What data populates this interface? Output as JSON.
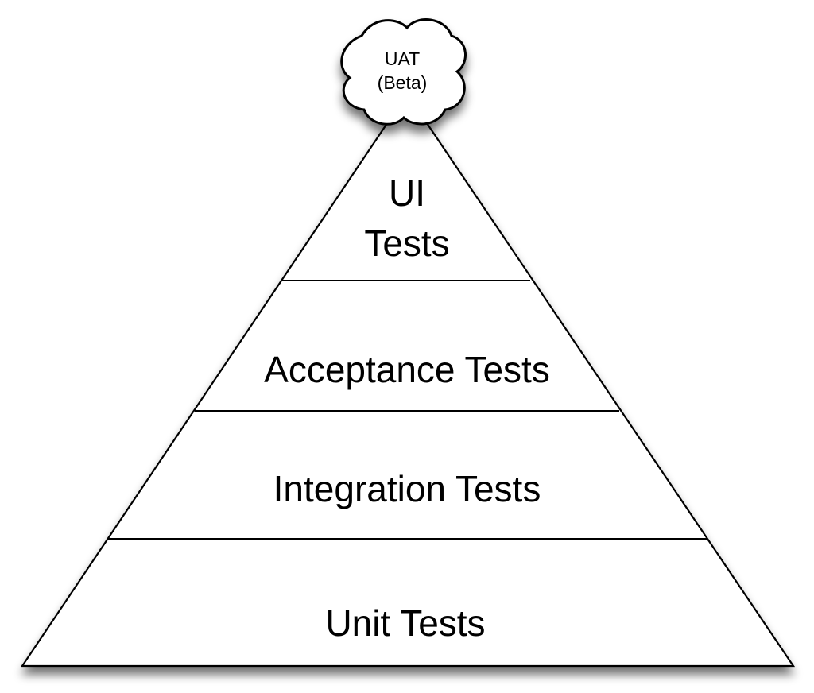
{
  "diagram": {
    "title": "Test Pyramid",
    "cloud": {
      "line1": "UAT",
      "line2": "(Beta)"
    },
    "layers": [
      {
        "line1": "UI",
        "line2": "Tests"
      },
      {
        "label": "Acceptance Tests"
      },
      {
        "label": "Integration Tests"
      },
      {
        "label": "Unit Tests"
      }
    ]
  }
}
